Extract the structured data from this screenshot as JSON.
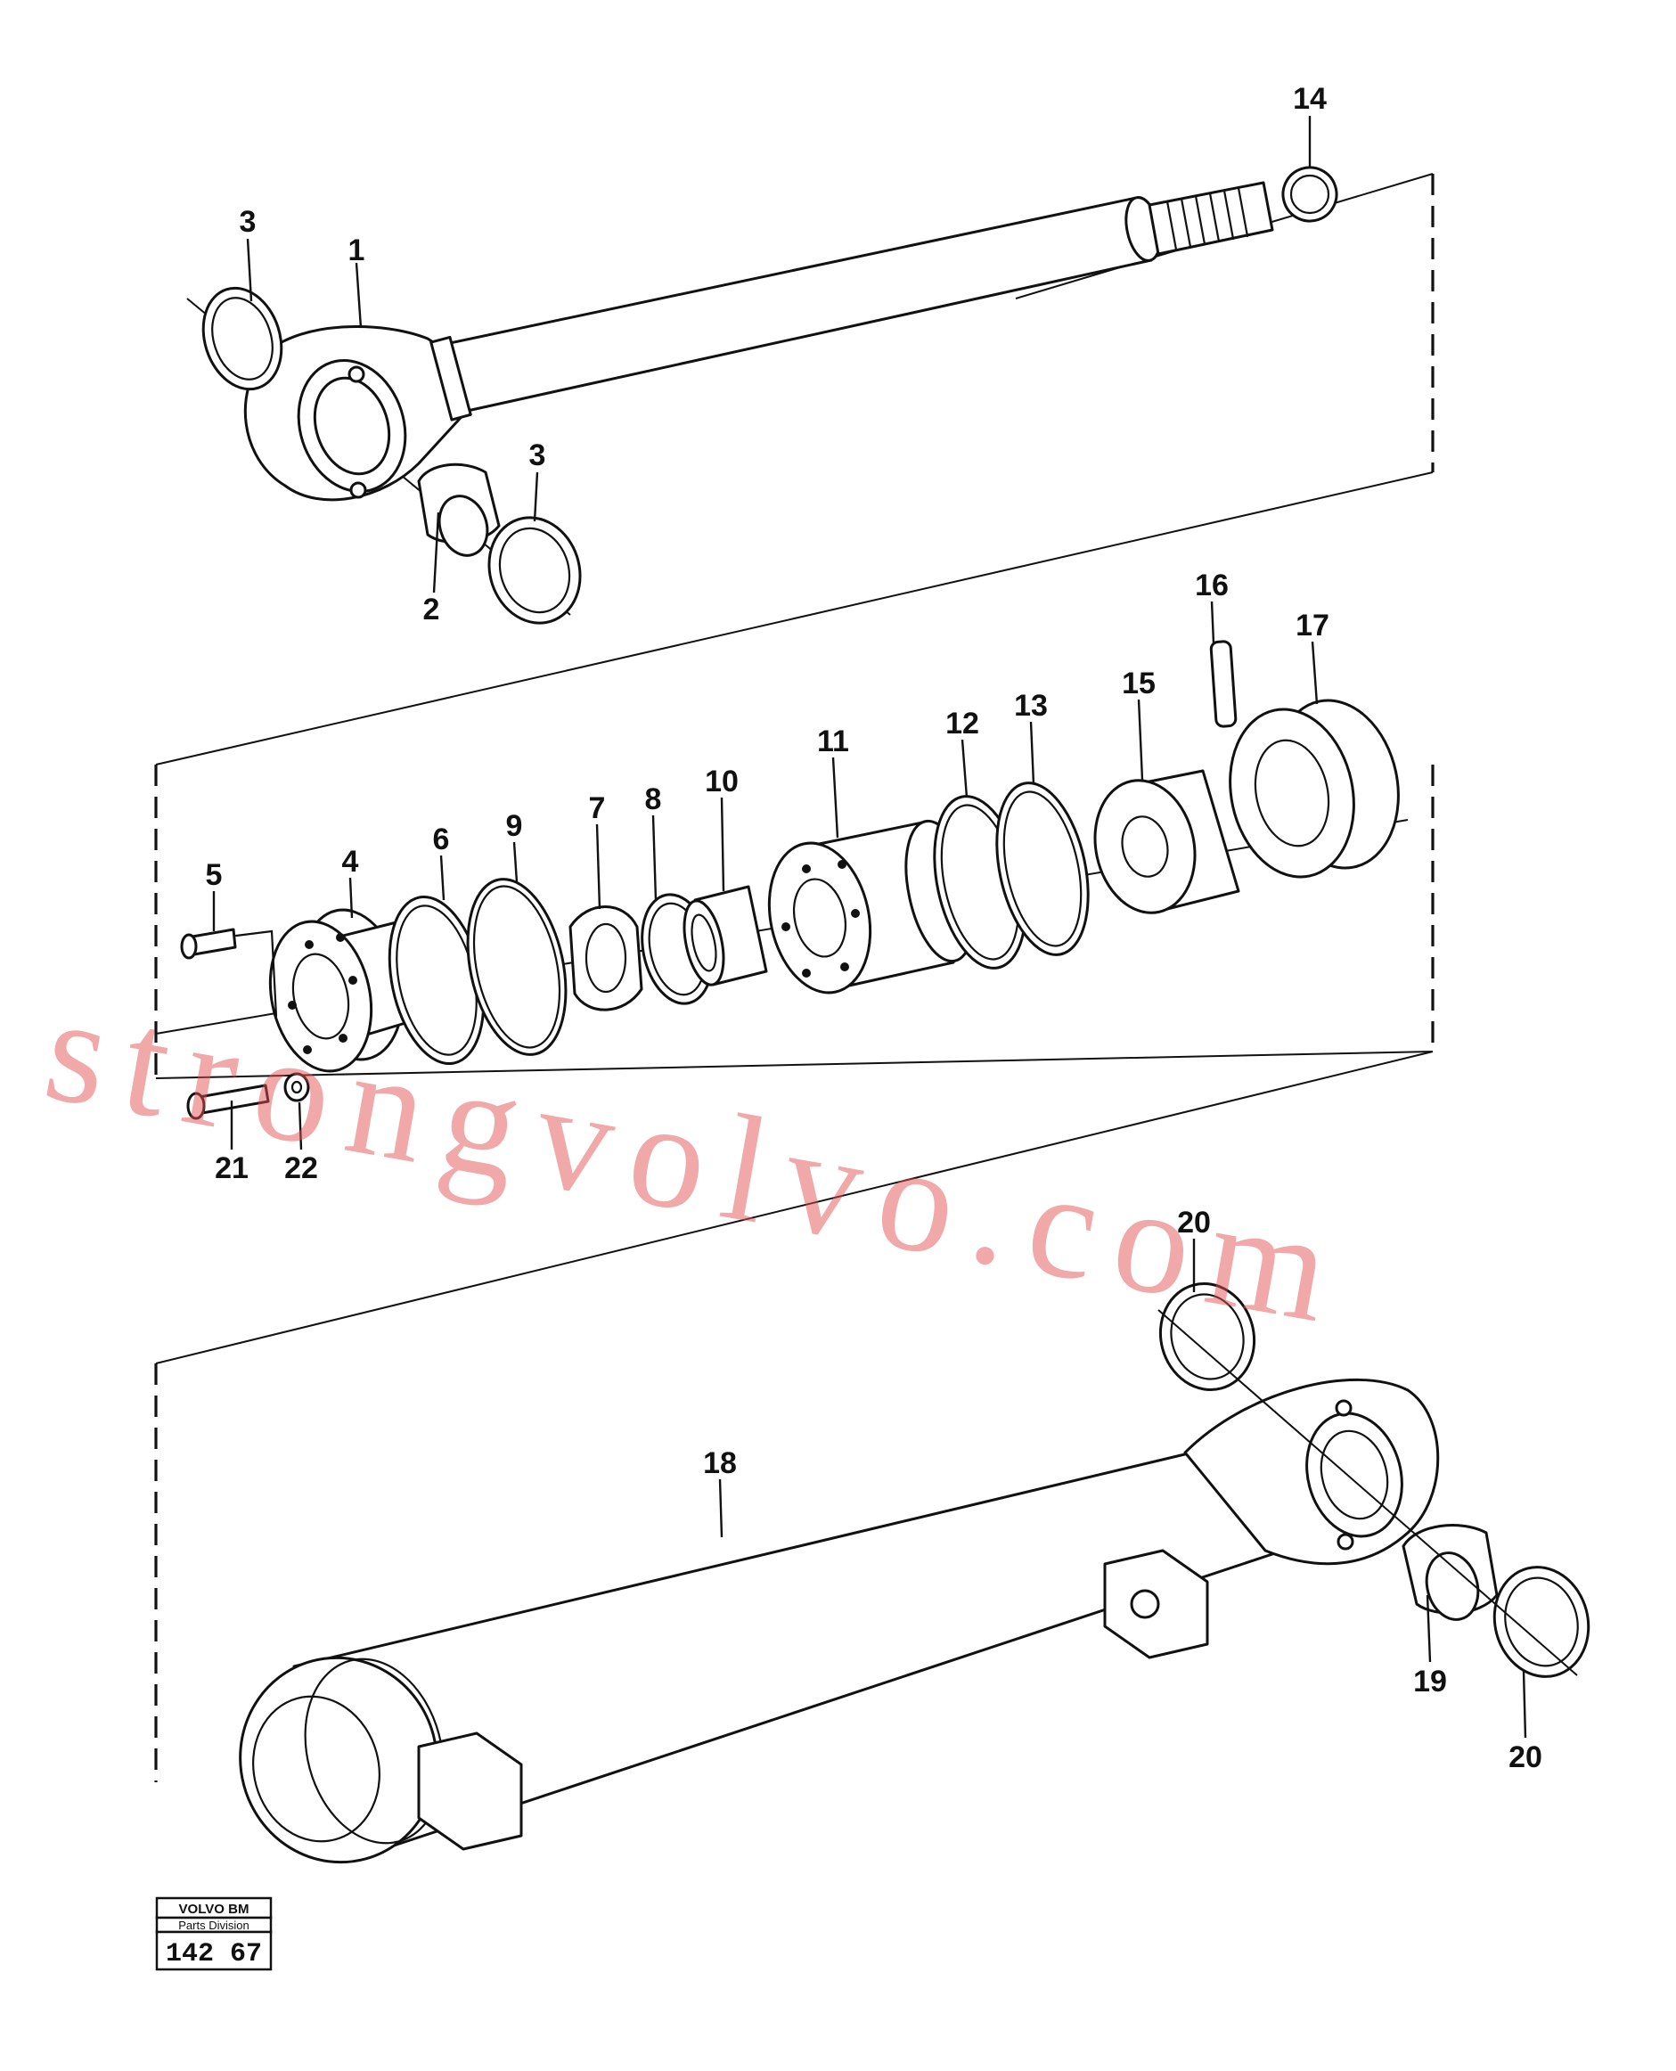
{
  "diagram": {
    "callouts": [
      "1",
      "2",
      "3",
      "3",
      "4",
      "5",
      "6",
      "7",
      "8",
      "9",
      "10",
      "11",
      "12",
      "13",
      "14",
      "15",
      "16",
      "17",
      "18",
      "19",
      "20",
      "20",
      "21",
      "22"
    ]
  },
  "watermark": {
    "text": "strongvolvo.com"
  },
  "stamp": {
    "brand": "VOLVO BM",
    "division": "Parts Division",
    "number": "142 67"
  }
}
